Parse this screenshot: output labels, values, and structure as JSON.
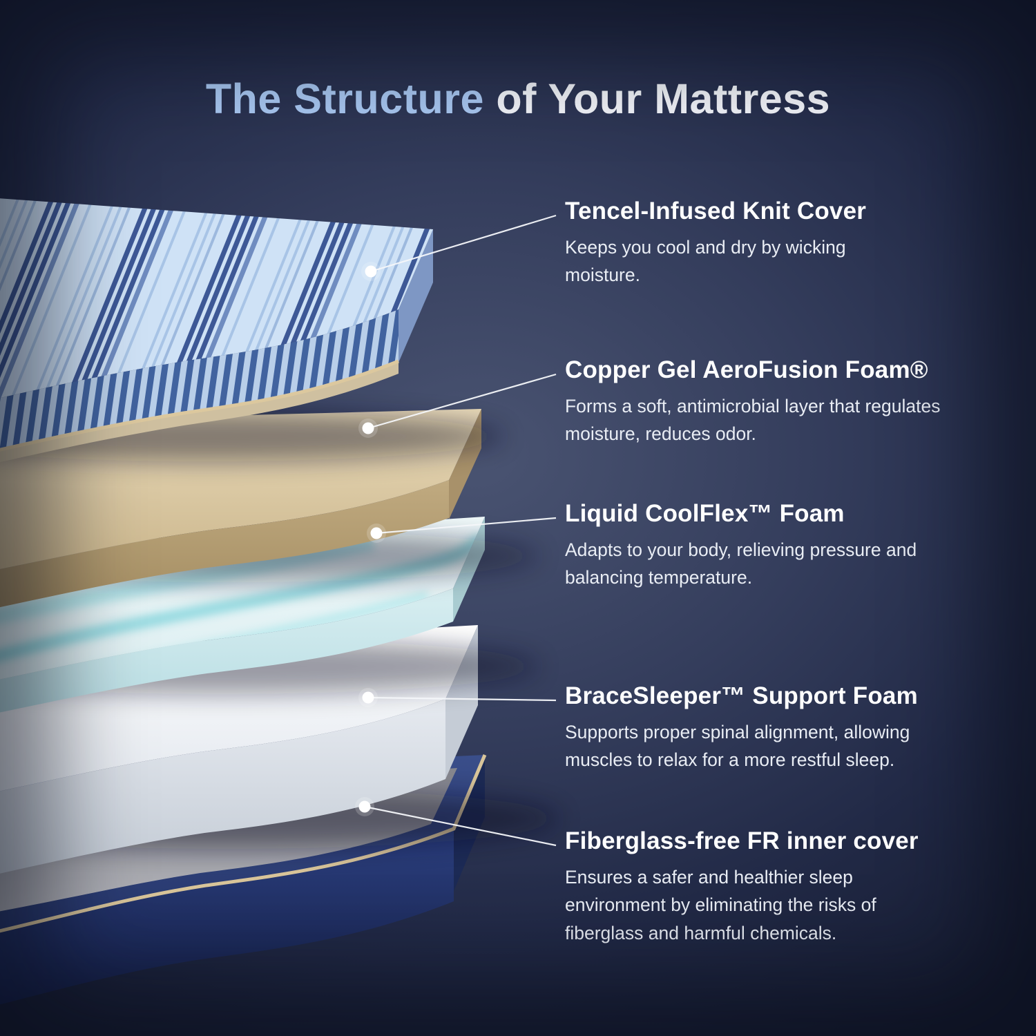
{
  "title": {
    "highlight": "The Structure",
    "rest": " of Your Mattress"
  },
  "callouts": [
    {
      "layer": "tencel-knit-cover",
      "heading": "Tencel-Infused Knit Cover",
      "body": "Keeps you cool and dry by wicking moisture."
    },
    {
      "layer": "copper-gel-aerofusion-foam",
      "heading": "Copper Gel AeroFusion Foam®",
      "body": "Forms a soft, antimicrobial layer that regulates moisture, reduces odor."
    },
    {
      "layer": "liquid-coolflex-foam",
      "heading": "Liquid CoolFlex™ Foam",
      "body": "Adapts to your body, relieving pressure and balancing temperature."
    },
    {
      "layer": "bracesleeper-support-foam",
      "heading": "BraceSleeper™ Support Foam",
      "body": "Supports proper spinal alignment, allowing muscles to relax for a more restful sleep."
    },
    {
      "layer": "fiberglass-free-fr-inner-cover",
      "heading": "Fiberglass-free FR inner cover",
      "body": "Ensures a safer and healthier sleep environment by eliminating the risks of fiberglass and harmful chemicals."
    }
  ],
  "layers": [
    "striped knit cover",
    "tan copper-gel foam",
    "teal marbled coolflex foam",
    "white support foam",
    "navy FR inner cover tray"
  ],
  "colors": {
    "background_center": "#4a5472",
    "background_edge": "#161c31",
    "title_highlight": "#a9c8f2",
    "title_rest": "#f3f5fa",
    "heading_text": "#ffffff",
    "body_text": "#e9edf4",
    "cover_stripe_light": "#cfe2f6",
    "cover_stripe_dark": "#3d5896",
    "piping_tan": "#d9c59a",
    "copper_foam_tan": "#d9c698",
    "coolflex_teal": "#4fc4cf",
    "support_foam_white": "#f4f6f9",
    "fr_cover_navy": "#2c4080",
    "fr_interior_gray": "#9b9ca3",
    "callout_line": "#f5f7fa"
  }
}
